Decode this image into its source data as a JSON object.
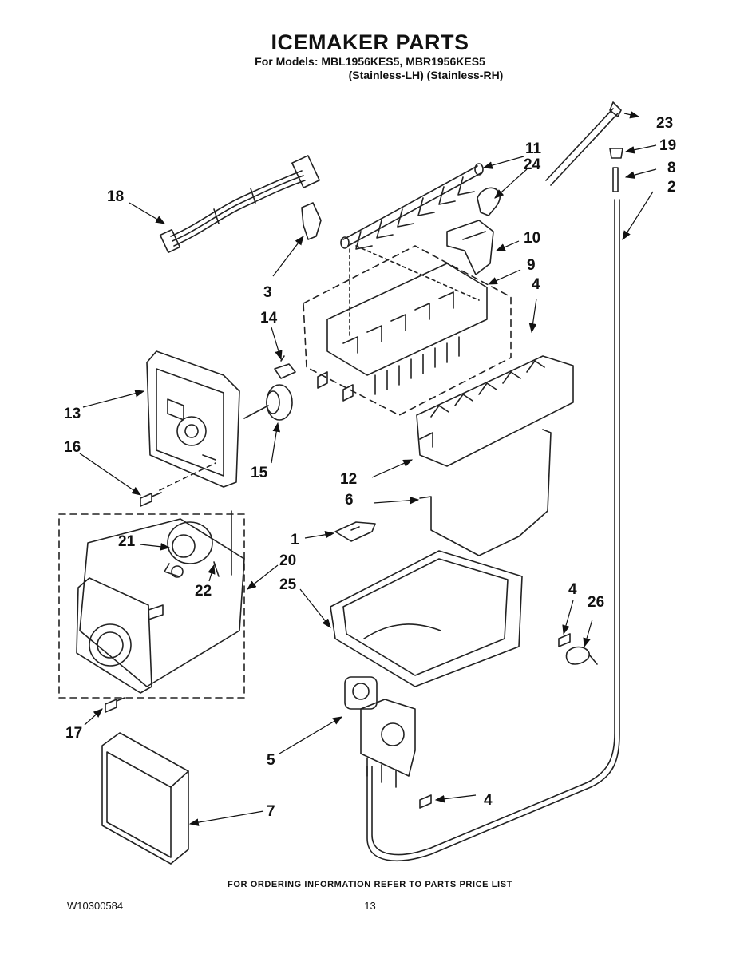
{
  "header": {
    "title": "ICEMAKER PARTS",
    "models_line": "For Models: MBL1956KES5, MBR1956KES5",
    "variants_line": "(Stainless-LH)  (Stainless-RH)"
  },
  "callouts": {
    "p1": "1",
    "p2": "2",
    "p3": "3",
    "p4a": "4",
    "p4b": "4",
    "p4c": "4",
    "p5": "5",
    "p6": "6",
    "p7": "7",
    "p8": "8",
    "p9": "9",
    "p10": "10",
    "p11": "11",
    "p12": "12",
    "p13": "13",
    "p14": "14",
    "p15": "15",
    "p16": "16",
    "p17": "17",
    "p18": "18",
    "p19": "19",
    "p20": "20",
    "p21": "21",
    "p22": "22",
    "p23": "23",
    "p24": "24",
    "p25": "25",
    "p26": "26"
  },
  "footer": {
    "ordering_note": "FOR ORDERING INFORMATION REFER TO PARTS PRICE LIST",
    "doc_number": "W10300584",
    "page_number": "13"
  }
}
